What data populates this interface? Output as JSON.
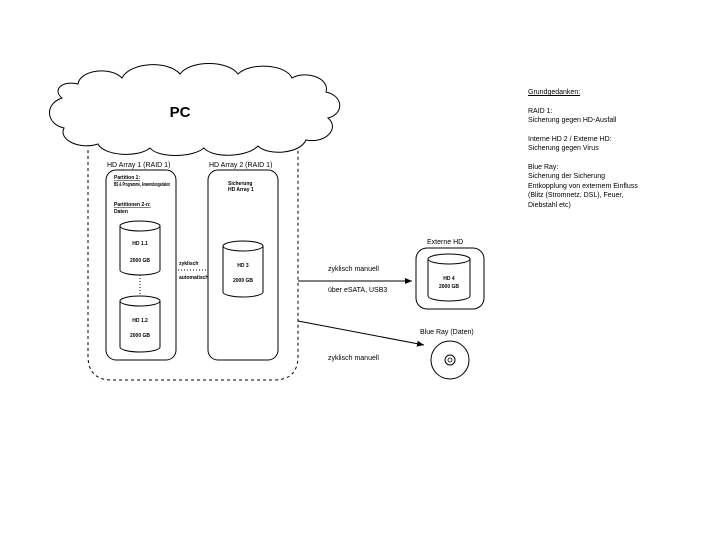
{
  "pc": {
    "label": "PC"
  },
  "hd_array_1": {
    "title": "HD Array 1 (RAID 1)",
    "partition_1_label": "Partition 1:",
    "partition_1_desc": "BS & Programme, Anwendungsdaten",
    "partition_2_label": "Partitionen 2-n:",
    "partition_2_desc": "Daten",
    "disks": [
      {
        "name": "HD 1.1",
        "size": "2000 GB"
      },
      {
        "name": "HD 1.2",
        "size": "2000 GB"
      }
    ]
  },
  "hd_array_2": {
    "title": "HD Array 2 (RAID 1)",
    "desc_line1": "Sicherung",
    "desc_line2": "HD Array 1",
    "disk": {
      "name": "HD 3",
      "size": "2000 GB"
    }
  },
  "connector_1_2": {
    "line1": "zyklisch",
    "line2": "automatisch"
  },
  "external_hd": {
    "title": "Externe HD",
    "disk": {
      "name": "HD 4",
      "size": "2000 GB"
    },
    "arrow_label_1": "zyklisch manuell",
    "arrow_label_2": "über eSATA, USB3"
  },
  "blu_ray": {
    "title": "Blue Ray (Daten)",
    "arrow_label": "zyklisch manuell"
  },
  "notes": {
    "heading": "Grundgedanken:",
    "raid_title": "RAID 1:",
    "raid_text": "Sicherung gegen HD-Ausfall",
    "intern_title": "Interne HD 2 / Externe HD:",
    "intern_text": "Sicherung gegen Virus",
    "blu_title": "Blue Ray:",
    "blu_line1": "Sicherung der Sicherung",
    "blu_line2": "Entkopplung von externem Einfluss",
    "blu_line3": "(Blitz (Stromnetz, DSL), Feuer,",
    "blu_line4": "Diebstahl etc)"
  }
}
